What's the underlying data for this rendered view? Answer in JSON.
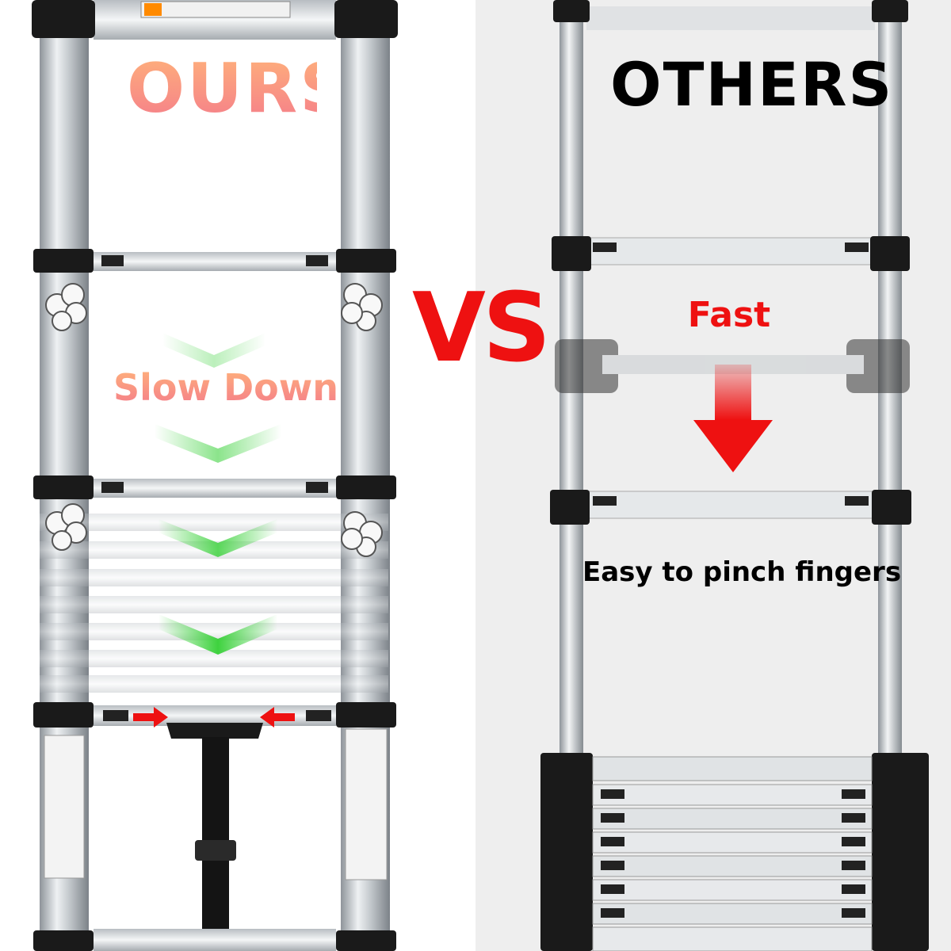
{
  "left": {
    "title": "OURS",
    "motion_label": "Slow Down"
  },
  "center": {
    "vs_label": "VS"
  },
  "right": {
    "title": "OTHERS",
    "speed_label": "Fast",
    "warning_label": "Easy to pinch fingers"
  },
  "colors": {
    "vs_red": "#ee1111",
    "fast_red": "#ee1111",
    "ours_gradient_top": "#ffb37a",
    "ours_gradient_bottom": "#f47b8b",
    "chevron_green": "#3ed23e",
    "arrow_red": "#ee1111",
    "right_background": "#eeeeee"
  },
  "icons": [
    "chevron-down-icon",
    "arrow-down-icon",
    "arrow-right-icon",
    "arrow-left-icon",
    "air-puff-icon"
  ]
}
